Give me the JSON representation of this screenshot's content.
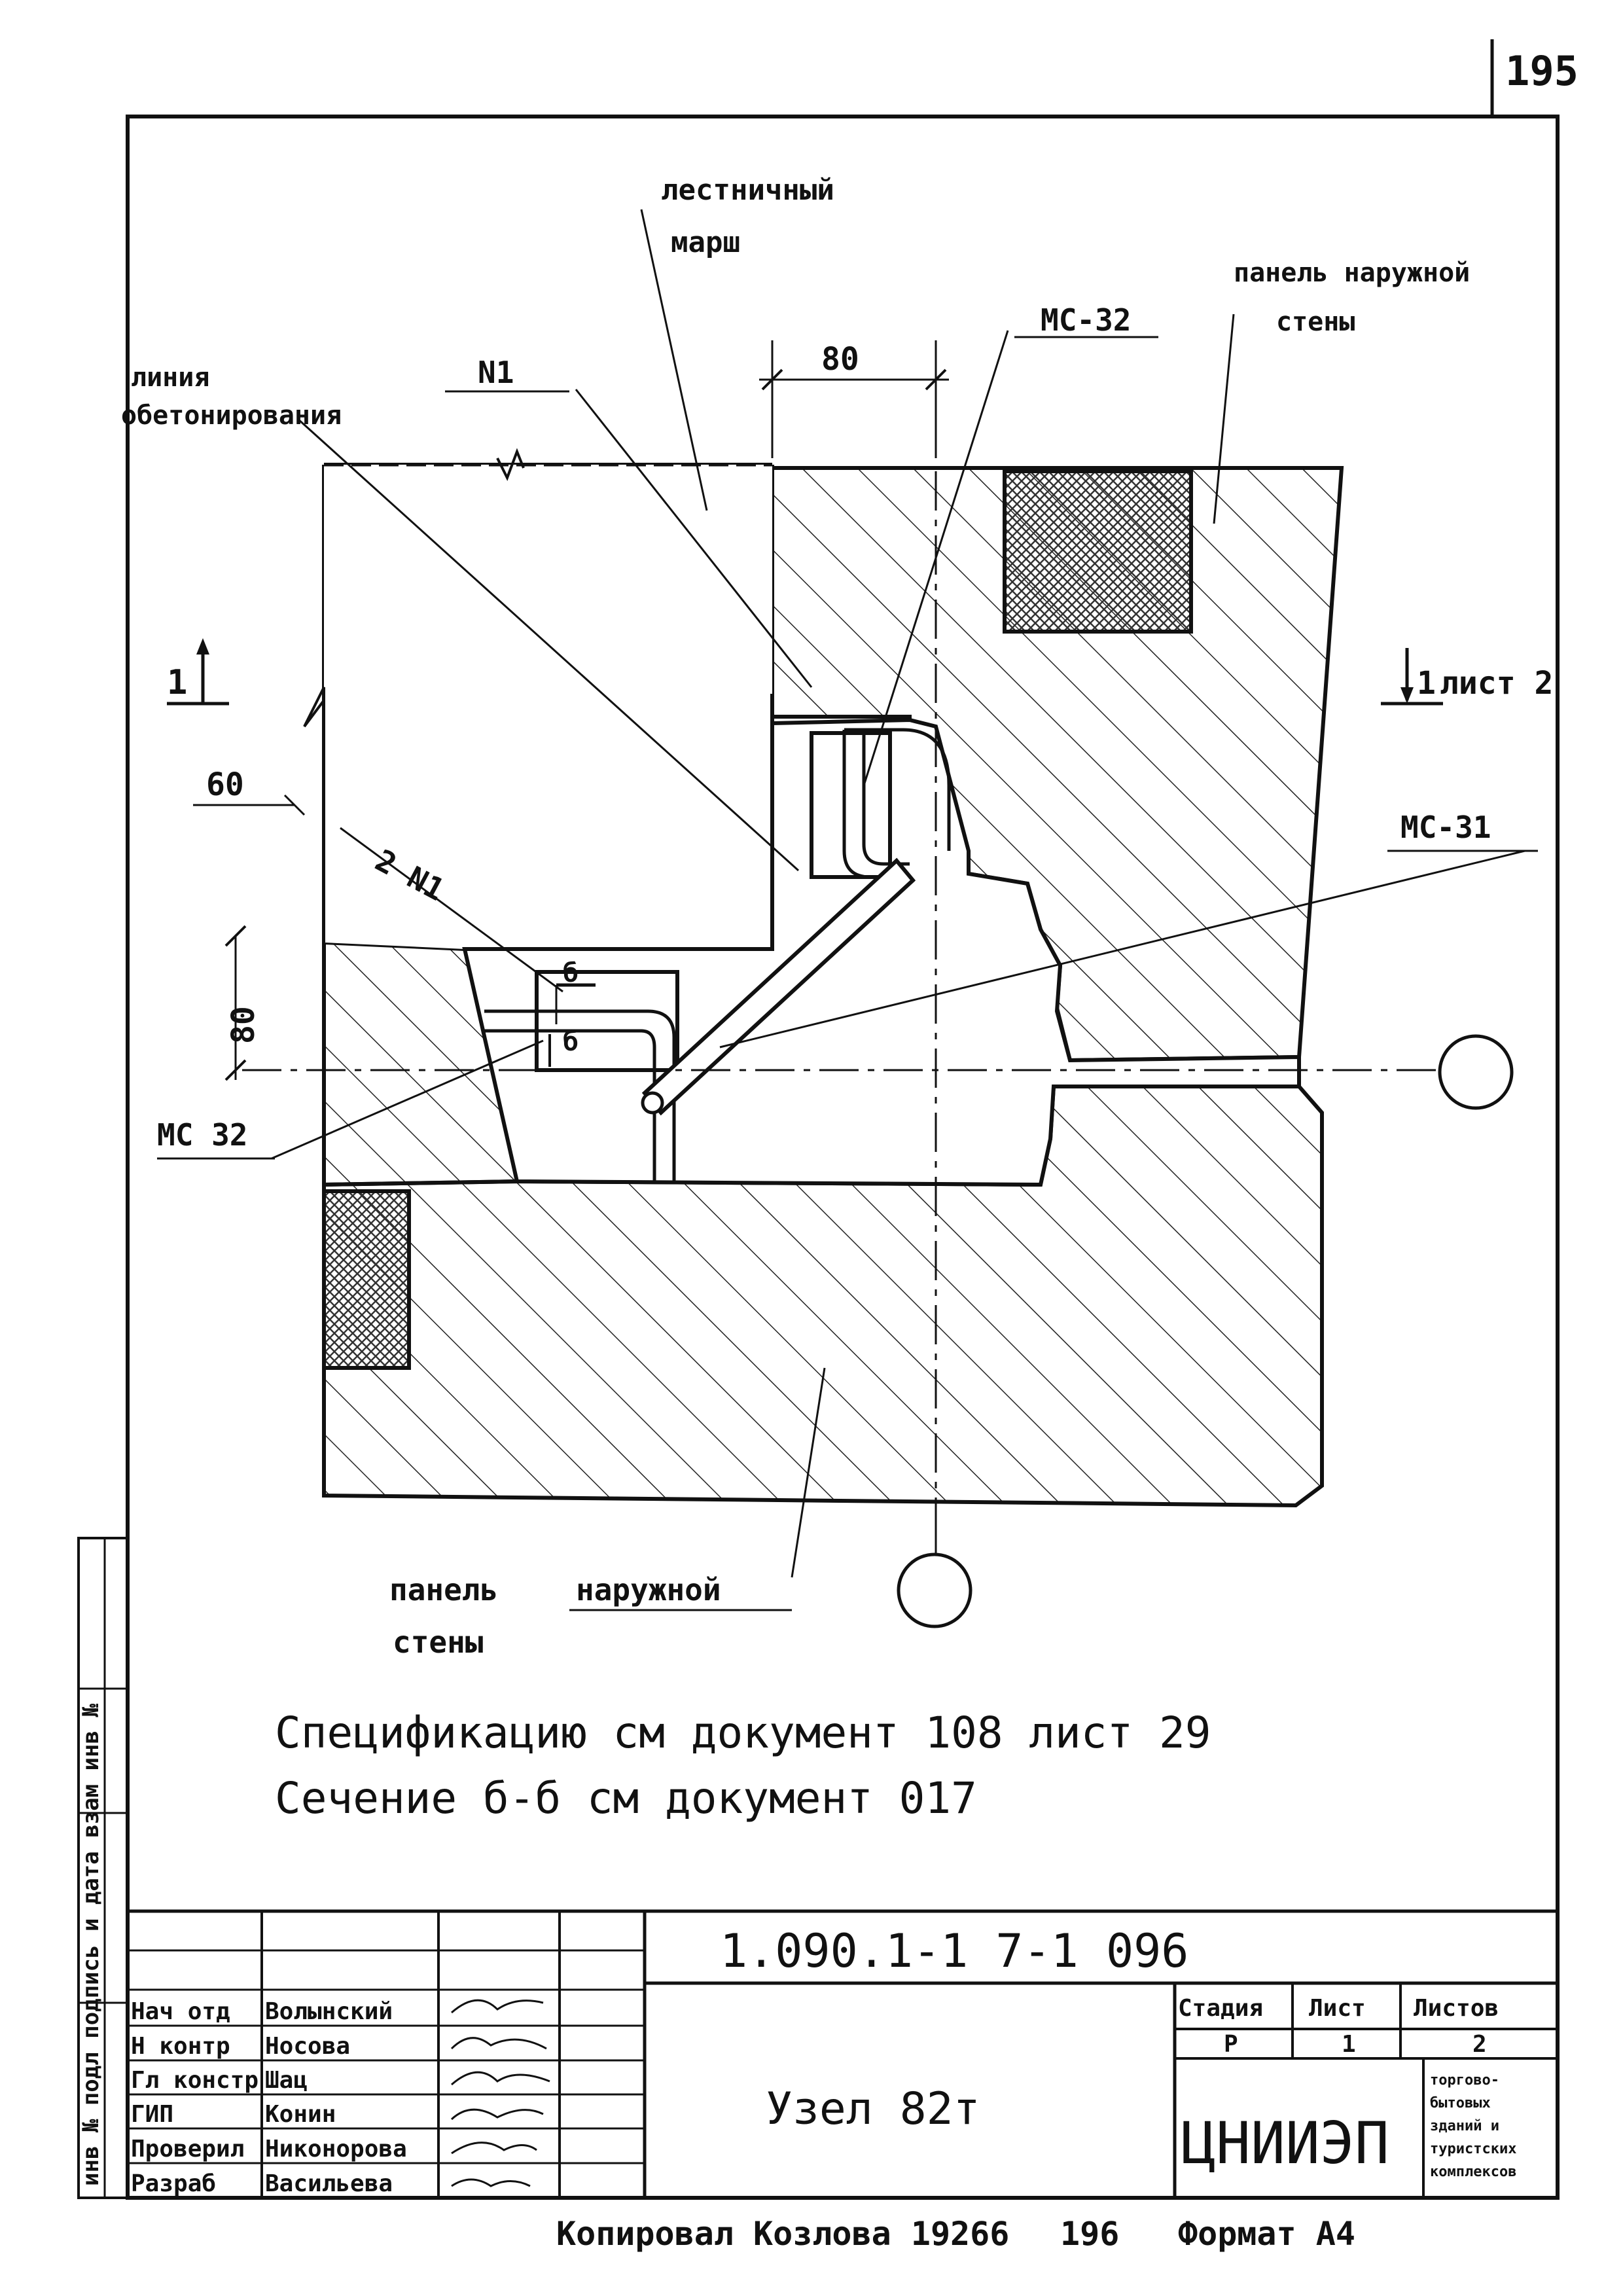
{
  "page_number": "195",
  "labels": {
    "stair_flight": [
      "лестничный",
      "марш"
    ],
    "outer_wall_panel_top": [
      "панель наружной",
      "стены"
    ],
    "concreting_line": [
      "линия",
      "обетонирования"
    ],
    "outer_wall_panel_bottom": [
      "панель",
      "наружной",
      "стены"
    ],
    "n1": "N1",
    "two_n1": "2 N1",
    "mc32_top": "МС-32",
    "mc31": "МС-31",
    "mc32_left": "МС 32",
    "dim_80_top": "80",
    "dim_60": "60",
    "dim_80_left": "80",
    "section_b_top": "б",
    "section_b_bottom": "б",
    "section_mark_left": "1",
    "section_mark_right": "1",
    "section_sheet": "лист 2"
  },
  "notes": [
    "Спецификацию см документ 108 лист 29",
    "Сечение б-б см документ 017"
  ],
  "side_stamp": "инв № подл    подпись и дата    взам инв №",
  "title_block": {
    "code": "1.090.1-1     7-1   096",
    "title": "Узел 82т",
    "roles": [
      "Нач отд",
      "Н контр",
      "Гл констр",
      "ГИП",
      "Проверил",
      "Разраб"
    ],
    "names": [
      "Волынский",
      "Носова",
      "Шац",
      "Конин",
      "Никонорова",
      "Васильева"
    ],
    "stage_header": "Стадия",
    "sheet_header": "Лист",
    "sheets_header": "Листов",
    "stage": "Р",
    "sheet": "1",
    "sheets": "2",
    "org": "ЦНИИЭП",
    "org_sub": [
      "торгово-",
      "бытовых",
      "зданий и",
      "туристских",
      "комплексов"
    ]
  },
  "footer": {
    "copied": "Копировал Козлова 19266",
    "num": "196",
    "format": "Формат А4"
  }
}
